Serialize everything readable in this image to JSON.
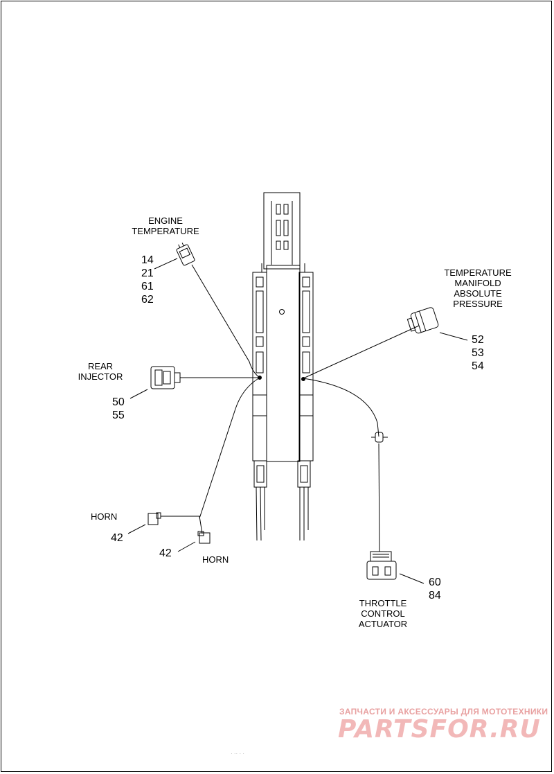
{
  "labels": {
    "engine_temperature": [
      "ENGINE",
      "TEMPERATURE"
    ],
    "tmap": [
      "TEMPERATURE",
      "MANIFOLD",
      "ABSOLUTE",
      "PRESSURE"
    ],
    "rear_injector": [
      "REAR",
      "INJECTOR"
    ],
    "horn_left": "HORN",
    "horn_right": "HORN",
    "throttle": [
      "THROTTLE",
      "CONTROL",
      "ACTUATOR"
    ]
  },
  "callouts": {
    "engine_temperature": [
      "14",
      "21",
      "61",
      "62"
    ],
    "tmap": [
      "52",
      "53",
      "54"
    ],
    "rear_injector": [
      "50",
      "55"
    ],
    "horn_left": "42",
    "horn_right": "42",
    "throttle": [
      "60",
      "84"
    ]
  },
  "watermark": {
    "tagline": "ЗАПЧАСТИ И АКСЕССУАРЫ ДЛЯ МОТОТЕХНИКИ",
    "logo": "PARTSFOR.RU",
    "color": "#e8a0a0"
  },
  "sheet_code": "·  ··  ·  ·"
}
